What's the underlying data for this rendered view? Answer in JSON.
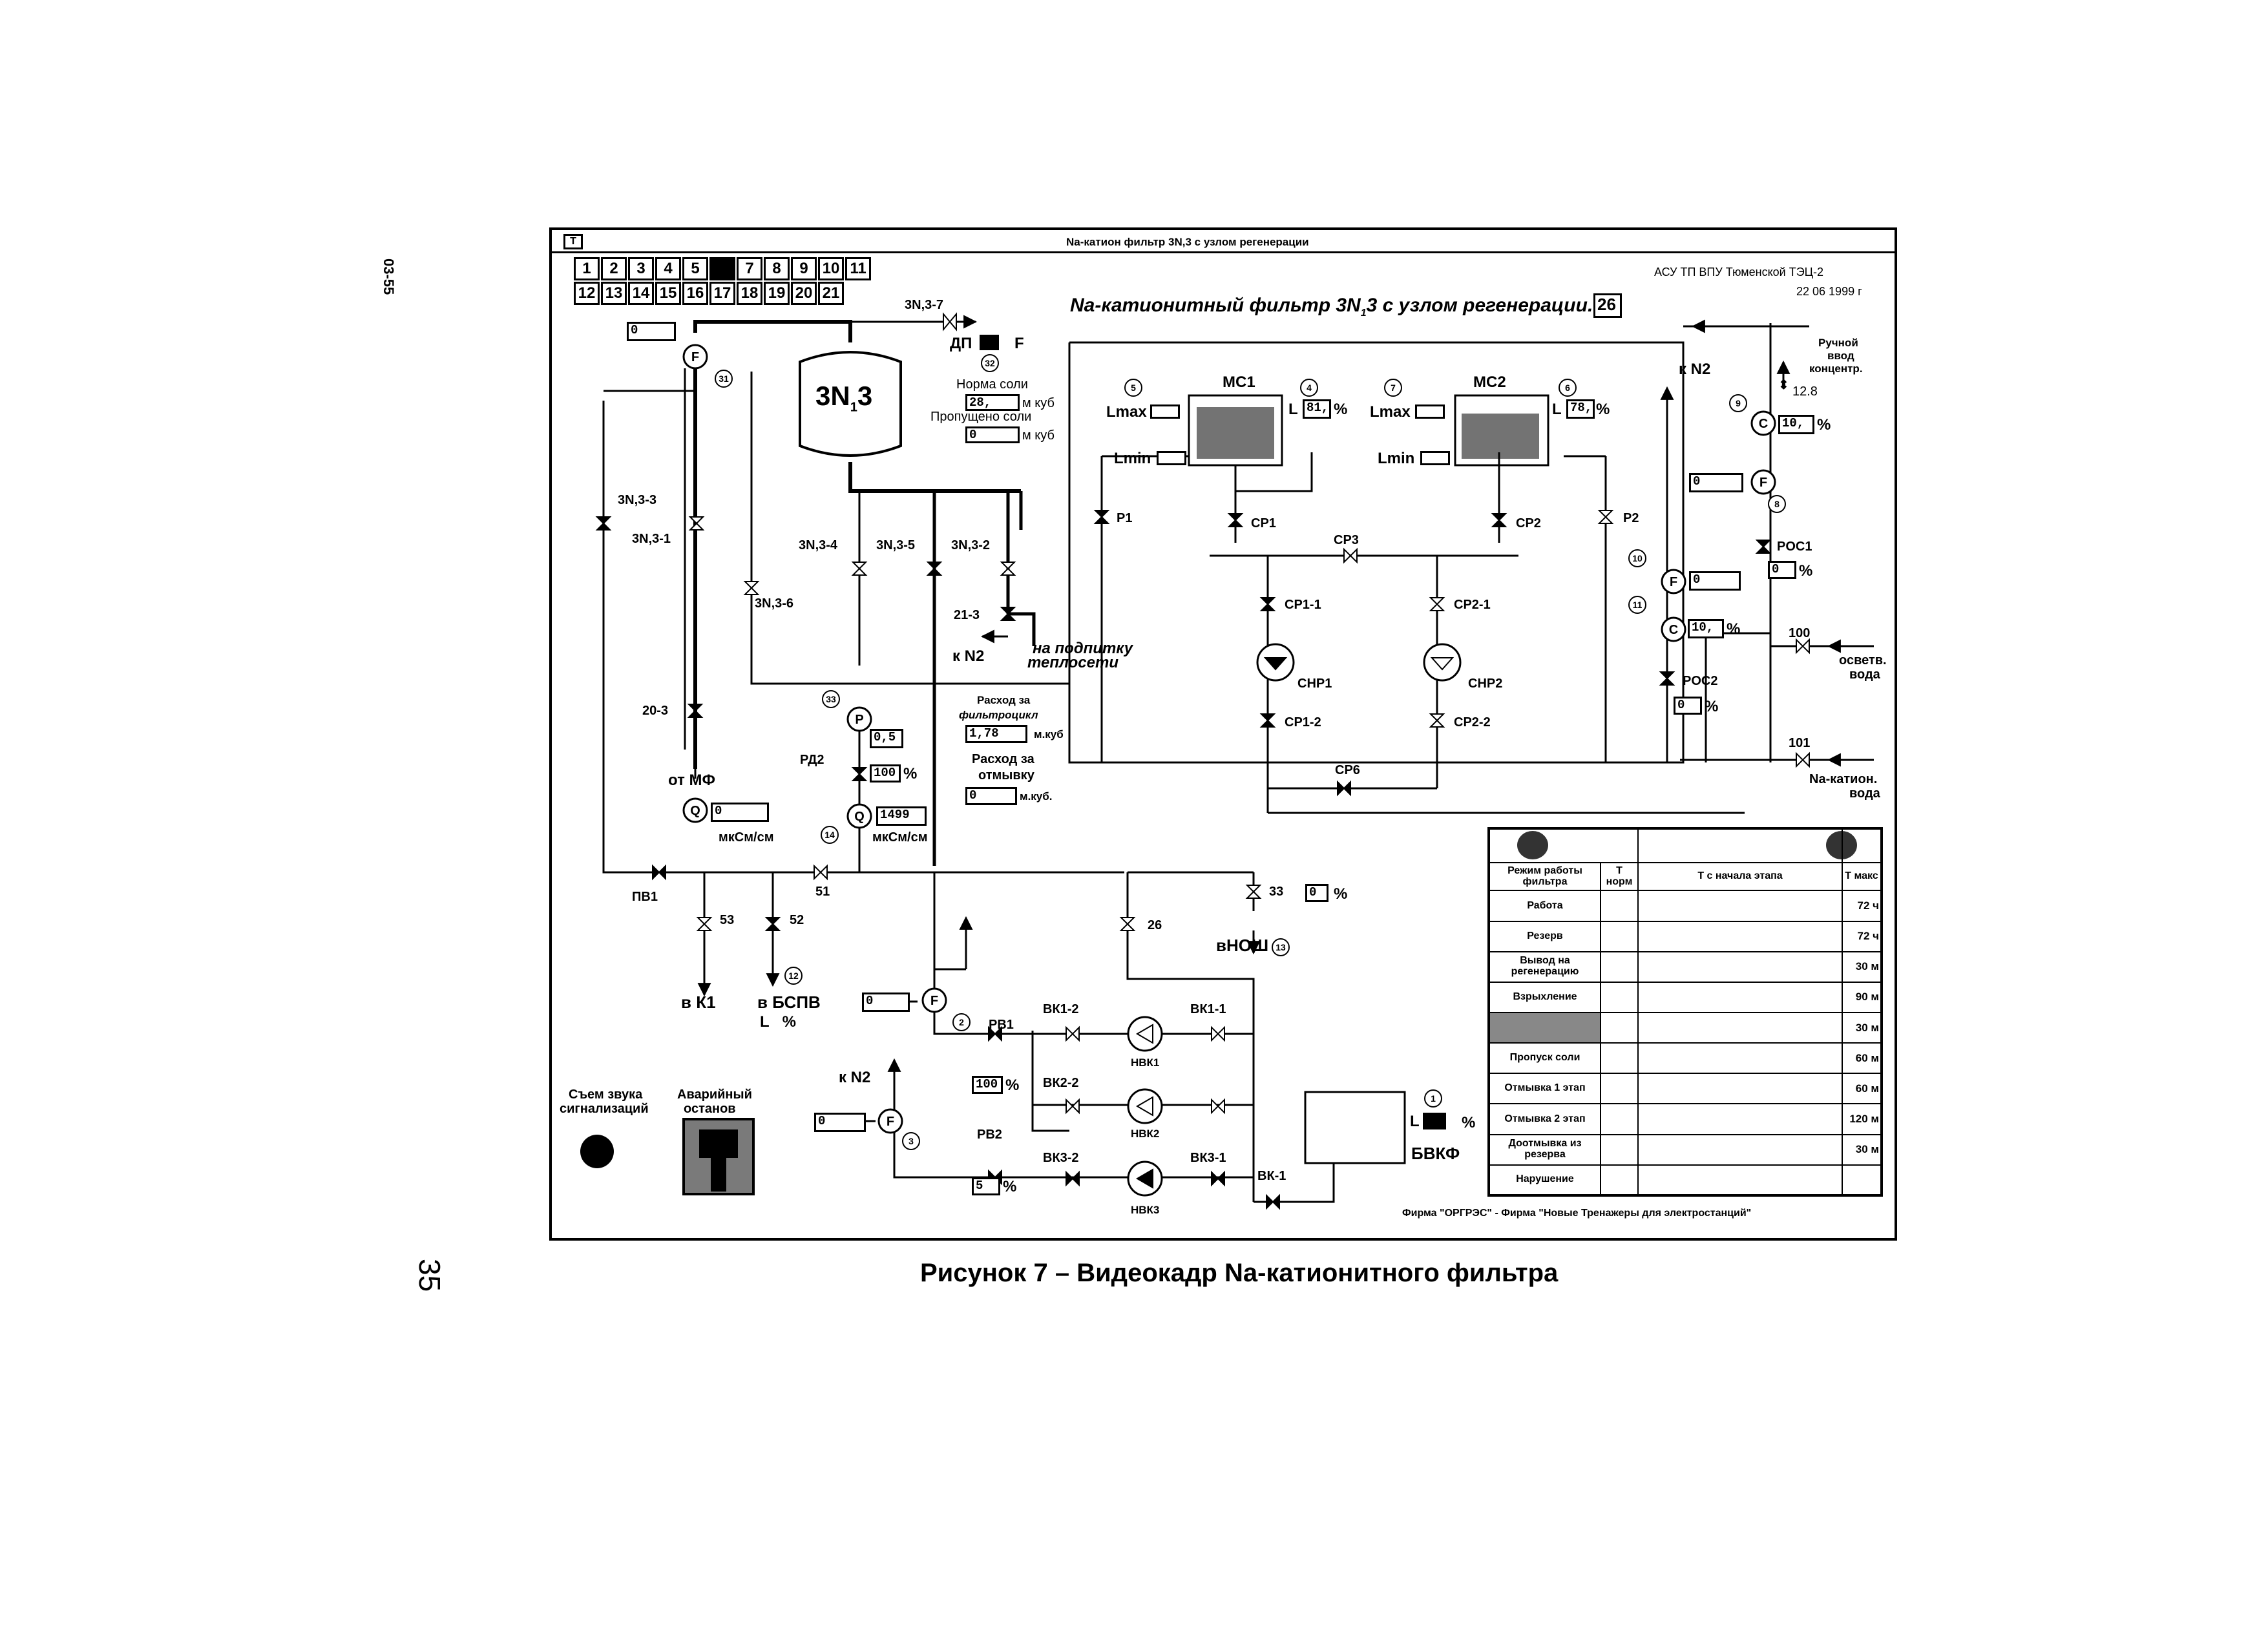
{
  "page": {
    "side_code": "03-55",
    "page_number": "35",
    "caption": "Рисунок 7 – Видеокадр Na-катионитного фильтра"
  },
  "window": {
    "title": "Na-катион фильтр 3N,3 с узлом регенерации",
    "organization": "АСУ ТП ВПУ Тюменской ТЭЦ-2",
    "date": "22 06 1999 г",
    "footer": "Фирма \"ОРГРЭС\" - Фирма \"Новые Тренажеры для электростанций\""
  },
  "tabs": [
    "1",
    "2",
    "3",
    "4",
    "5",
    "6",
    "7",
    "8",
    "9",
    "10",
    "11",
    "12",
    "13",
    "14",
    "15",
    "16",
    "17",
    "18",
    "19",
    "20",
    "21"
  ],
  "active_tab": "6",
  "header": {
    "title": "Na-катионитный фильтр 3N",
    "title_sub": "1",
    "title_tail": "3 с узлом регенерации.",
    "screen_no": "26"
  },
  "tank": {
    "label": "3N",
    "sub": "1",
    "suffix": "3"
  },
  "salt": {
    "norm_label": "Норма соли",
    "norm_value": "28,",
    "unit": "м куб",
    "missed_label": "Пропущено соли",
    "missed_value": "0"
  },
  "flows": {
    "filter_label_1": "Расход за",
    "filter_label_2": "фильтроцикл",
    "filter_value": "1,78",
    "filter_unit": "м.куб",
    "wash_label_1": "Расход за",
    "wash_label_2": "отмывку",
    "wash_value": "0",
    "wash_unit": "м.куб."
  },
  "instruments": {
    "f31_value": "0",
    "p33_value": "0,5",
    "rd2_value": "100",
    "q14_value": "1499",
    "q14_unit": "мкСм/см",
    "q_left_value": "0",
    "q_left_unit": "мкСм/см",
    "f2_value": "0",
    "rv1_value": "100",
    "f3_value": "0",
    "rv2_value": "5",
    "l33_value": "0",
    "mc1_level": "81,",
    "mc2_level": "78,",
    "c9_value": "10,",
    "f8_value": "0",
    "poc1_value": "0",
    "f10_value": "0",
    "c11_value": "10,",
    "poc2_value": "0",
    "dp_label": "ДП",
    "f_label": "F",
    "manual_conc": "12.8"
  },
  "labels": {
    "lmax": "Lmax",
    "lmin": "Lmin",
    "mc1": "МС1",
    "mc2": "МС2",
    "cnr1": "СНР1",
    "cnr2": "СНР2",
    "nvk1": "НВК1",
    "nvk2": "НВК2",
    "nvk3": "НВК3",
    "bvkf": "БВКФ",
    "to_k1": "в К1",
    "to_bspv": "в БСПВ",
    "to_nosh": "вНОШ",
    "from_mf": "от МФ",
    "to_heating": "на подпитку",
    "to_heating2": "теплосети",
    "kn2": "к N2",
    "osvet": "осветв.",
    "voda": "вода",
    "na_kation": "Na-катион.",
    "manual1": "Ручной",
    "manual2": "ввод",
    "manual3": "концентр.",
    "alarm_sound_1": "Съем звука",
    "alarm_sound_2": "сигнализаций",
    "emergency_1": "Аварийный",
    "emergency_2": "останов"
  },
  "valves": [
    "3N,3-7",
    "3N,3-3",
    "3N,3-1",
    "3N,3-6",
    "3N,3-4",
    "3N,3-5",
    "3N,3-2",
    "21-3",
    "20-3",
    "РД2",
    "ПВ1",
    "51",
    "52",
    "53",
    "33",
    "26",
    "РВ1",
    "РВ2",
    "ВК1-2",
    "ВК1-1",
    "ВК2-2",
    "ВК3-2",
    "ВК3-1",
    "ВК-1",
    "P1",
    "P2",
    "CP1",
    "CP2",
    "CP3",
    "CP1-1",
    "CP2-1",
    "CP1-2",
    "CP2-2",
    "CP6",
    "POC1",
    "POC2",
    "100",
    "101"
  ],
  "mode_table": {
    "headers": [
      "Режим работы фильтра",
      "Т норм",
      "Т с начала этапа",
      "Т макс"
    ],
    "rows": [
      {
        "mode": "Работа",
        "tmax": "72 ч"
      },
      {
        "mode": "Резерв",
        "tmax": "72 ч"
      },
      {
        "mode": "Вывод на регенерацию",
        "tmax": "30 м"
      },
      {
        "mode": "Взрыхление",
        "tmax": "90 м"
      },
      {
        "mode": "",
        "tmax": "30 м"
      },
      {
        "mode": "Пропуск соли",
        "tmax": "60 м"
      },
      {
        "mode": "Отмывка 1 этап",
        "tmax": "60 м"
      },
      {
        "mode": "Отмывка 2 этап",
        "tmax": "120 м"
      },
      {
        "mode": "Доотмывка из резерва",
        "tmax": "30 м"
      },
      {
        "mode": "Нарушение",
        "tmax": ""
      }
    ]
  }
}
